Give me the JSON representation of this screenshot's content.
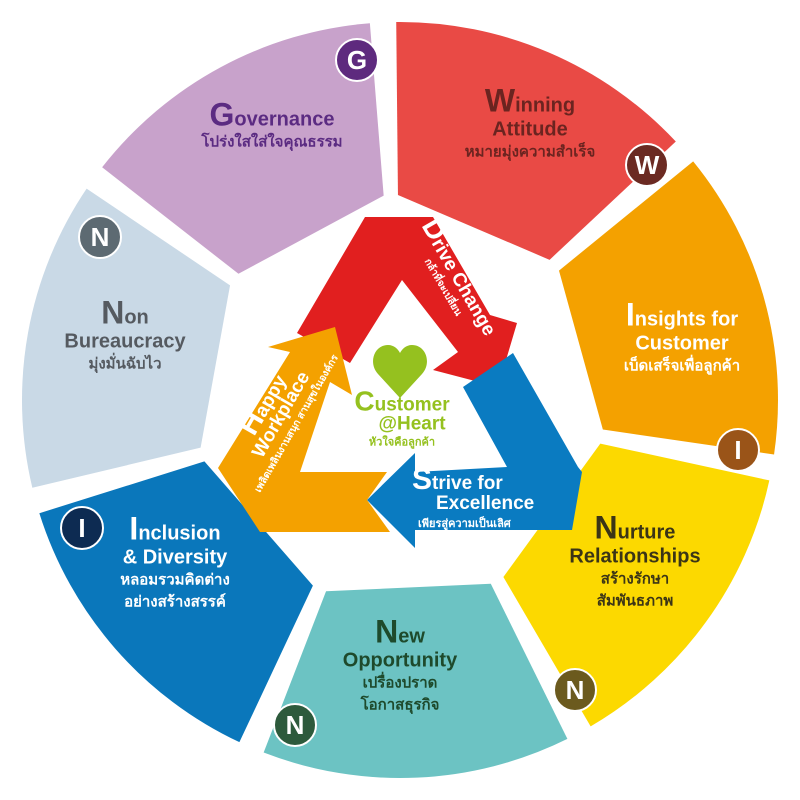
{
  "segments": [
    {
      "id": "governance",
      "cap": "G",
      "rest": "overnance",
      "line2": "",
      "thai": [
        "โปร่งใสใส่ใจคุณธรรม"
      ],
      "badge": "G",
      "color": "#c8a2cb",
      "text_color": "#5b2b82",
      "badge_color": "#5e2a7e"
    },
    {
      "id": "winning-attitude",
      "cap": "W",
      "rest": "inning",
      "line2": "Attitude",
      "thai": [
        "หมายมุ่งความสำเร็จ"
      ],
      "badge": "W",
      "color": "#e94a45",
      "text_color": "#6b2420",
      "badge_color": "#6b2a22"
    },
    {
      "id": "insights-for-customer",
      "cap": "I",
      "rest": "nsights for",
      "line2": "Customer",
      "thai": [
        "เบ็ดเสร็จเพื่อลูกค้า"
      ],
      "badge": "I",
      "color": "#f4a100",
      "text_color": "#ffffff",
      "badge_color": "#9a5418"
    },
    {
      "id": "nurture-relationships",
      "cap": "N",
      "rest": "urture",
      "line2": "Relationships",
      "thai": [
        "สร้างรักษา",
        "สัมพันธภาพ"
      ],
      "badge": "N",
      "color": "#fcd900",
      "text_color": "#3b3516",
      "badge_color": "#6b5a1e"
    },
    {
      "id": "new-opportunity",
      "cap": "N",
      "rest": "ew",
      "line2": "Opportunity",
      "thai": [
        "เปรื่องปราด",
        "โอกาสธุรกิจ"
      ],
      "badge": "N",
      "color": "#6cc3c3",
      "text_color": "#1e4a2c",
      "badge_color": "#2d5a3c"
    },
    {
      "id": "inclusion-diversity",
      "cap": "I",
      "rest": "nclusion",
      "line2": "& Diversity",
      "thai": [
        "หลอมรวมคิดต่าง",
        "อย่างสร้างสรรค์"
      ],
      "badge": "I",
      "color": "#0a77bb",
      "text_color": "#ffffff",
      "badge_color": "#0d2b52"
    },
    {
      "id": "non-bureaucracy",
      "cap": "N",
      "rest": "on",
      "line2": "Bureaucracy",
      "thai": [
        "มุ่งมั่นฉับไว"
      ],
      "badge": "N",
      "color": "#c9d9e6",
      "text_color": "#555a60",
      "badge_color": "#5d6a72"
    }
  ],
  "arrows": {
    "drive": {
      "cap": "D",
      "rest": "rive Change",
      "thai": "กล้าที่จะเปลี่ยน",
      "color": "#e11f1f"
    },
    "strive": {
      "cap": "S",
      "rest": "trive for",
      "line2": "Excellence",
      "thai": "เพียรสู่ความเป็นเลิศ",
      "color": "#0a7bc1"
    },
    "happy": {
      "cap": "H",
      "rest": "appy",
      "line2": "Workplace",
      "thai": "เพลิดเพลินงานสนุก สานสุขในองค์กร",
      "color": "#f4a100"
    }
  },
  "center": {
    "cap": "C",
    "rest": "ustomer",
    "line2": "@Heart",
    "thai": "หัวใจคือลูกค้า",
    "color": "#95c11f"
  }
}
